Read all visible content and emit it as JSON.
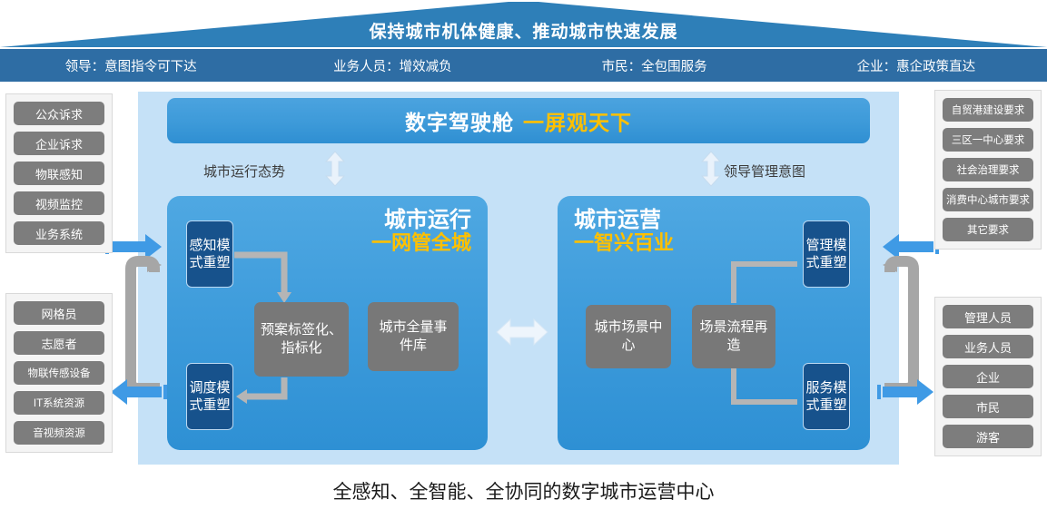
{
  "roof": {
    "title": "保持城市机体健康、推动城市快速发展",
    "color": "#2e7fb8"
  },
  "audience_bar": {
    "color": "#2e6da4",
    "items": [
      "领导：意图指令可下达",
      "业务人员：增效减负",
      "市民：全包围服务",
      "企业：惠企政策直达"
    ]
  },
  "cockpit": {
    "main": "数字驾驶舱",
    "sub": "一屏观天下",
    "main_color": "#ffffff",
    "sub_color": "#ffc000"
  },
  "flow_labels": {
    "left": "城市运行态势",
    "right": "领导管理意图"
  },
  "panels": {
    "left": {
      "title": "城市运行",
      "subtitle": "一网管全城",
      "modes": [
        "感知模式重塑",
        "调度模式重塑"
      ],
      "boxes": [
        "预案标签化、指标化",
        "城市全量事件库"
      ]
    },
    "right": {
      "title": "城市运营",
      "subtitle": "一智兴百业",
      "modes": [
        "管理模式重塑",
        "服务模式重塑"
      ],
      "boxes": [
        "城市场景中心",
        "场景流程再造"
      ]
    }
  },
  "side_stacks": {
    "left_top": {
      "items": [
        "公众诉求",
        "企业诉求",
        "物联感知",
        "视频监控",
        "业务系统"
      ]
    },
    "left_bottom": {
      "items": [
        "网格员",
        "志愿者",
        "物联传感设备",
        "IT系统资源",
        "音视频资源"
      ]
    },
    "right_top": {
      "items": [
        "自贸港建设要求",
        "三区一中心要求",
        "社会治理要求",
        "消费中心城市要求",
        "其它要求"
      ]
    },
    "right_bottom": {
      "items": [
        "管理人员",
        "业务人员",
        "企业",
        "市民",
        "游客"
      ]
    }
  },
  "caption": "全感知、全智能、全协同的数字城市运营中心",
  "colors": {
    "roof": "#2e7fb8",
    "bar": "#2e6da4",
    "panel_bg": "#c5e1f7",
    "subpanel": "#3d9bdb",
    "navy": "#17528c",
    "gray_box": "#787878",
    "chip": "#7d7d7d",
    "accent": "#ffc000",
    "blue_arrow": "#3f9ae5",
    "gray_arrow": "#a6a6a6"
  }
}
